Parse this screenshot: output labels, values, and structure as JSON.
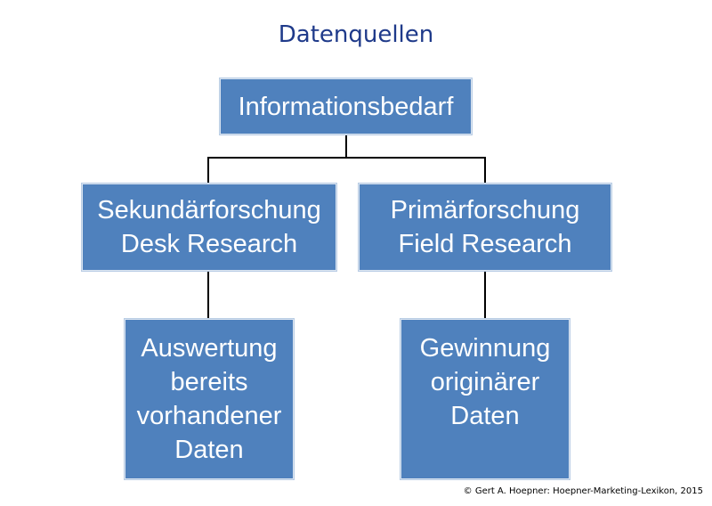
{
  "title": "Datenquellen",
  "nodes": {
    "top": {
      "lines": [
        "Informationsbedarf"
      ]
    },
    "secondary": {
      "lines": [
        "Sekundärforschung",
        "Desk Research"
      ]
    },
    "primary": {
      "lines": [
        "Primärforschung",
        "Field Research"
      ]
    },
    "secondary_child": {
      "lines": [
        "Auswertung",
        "bereits",
        "vorhandener",
        "Daten"
      ]
    },
    "primary_child": {
      "lines": [
        "Gewinnung",
        "originärer",
        "Daten"
      ]
    }
  },
  "colors": {
    "title": "#1f3a8a",
    "box_fill": "#4f81bd",
    "box_text": "#ffffff",
    "connector": "#000000"
  },
  "footer": "© Gert A. Hoepner: Hoepner-Marketing-Lexikon, 2015"
}
